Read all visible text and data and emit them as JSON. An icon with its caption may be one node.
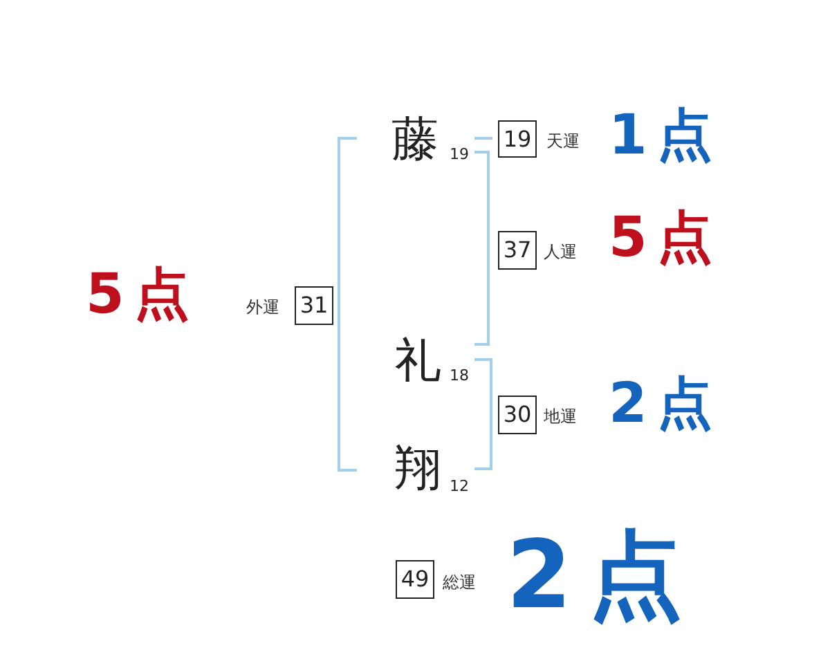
{
  "diagram": {
    "nodes": [
      {
        "text": [
          "19"
        ],
        "beside": [
          "天運",
          "1点"
        ]
      },
      {
        "text": [
          "37"
        ],
        "beside": [
          "人運",
          "5点"
        ]
      },
      {
        "text": [
          "31"
        ],
        "beside": [
          "外運",
          "5点"
        ]
      },
      {
        "text": [
          "30"
        ],
        "beside": [
          "地運",
          "2点"
        ]
      },
      {
        "text": [
          "49"
        ],
        "beside": [
          "総運",
          "2点"
        ]
      }
    ],
    "labels": [
      "藤",
      "19",
      "礼",
      "18",
      "翔",
      "12"
    ]
  }
}
